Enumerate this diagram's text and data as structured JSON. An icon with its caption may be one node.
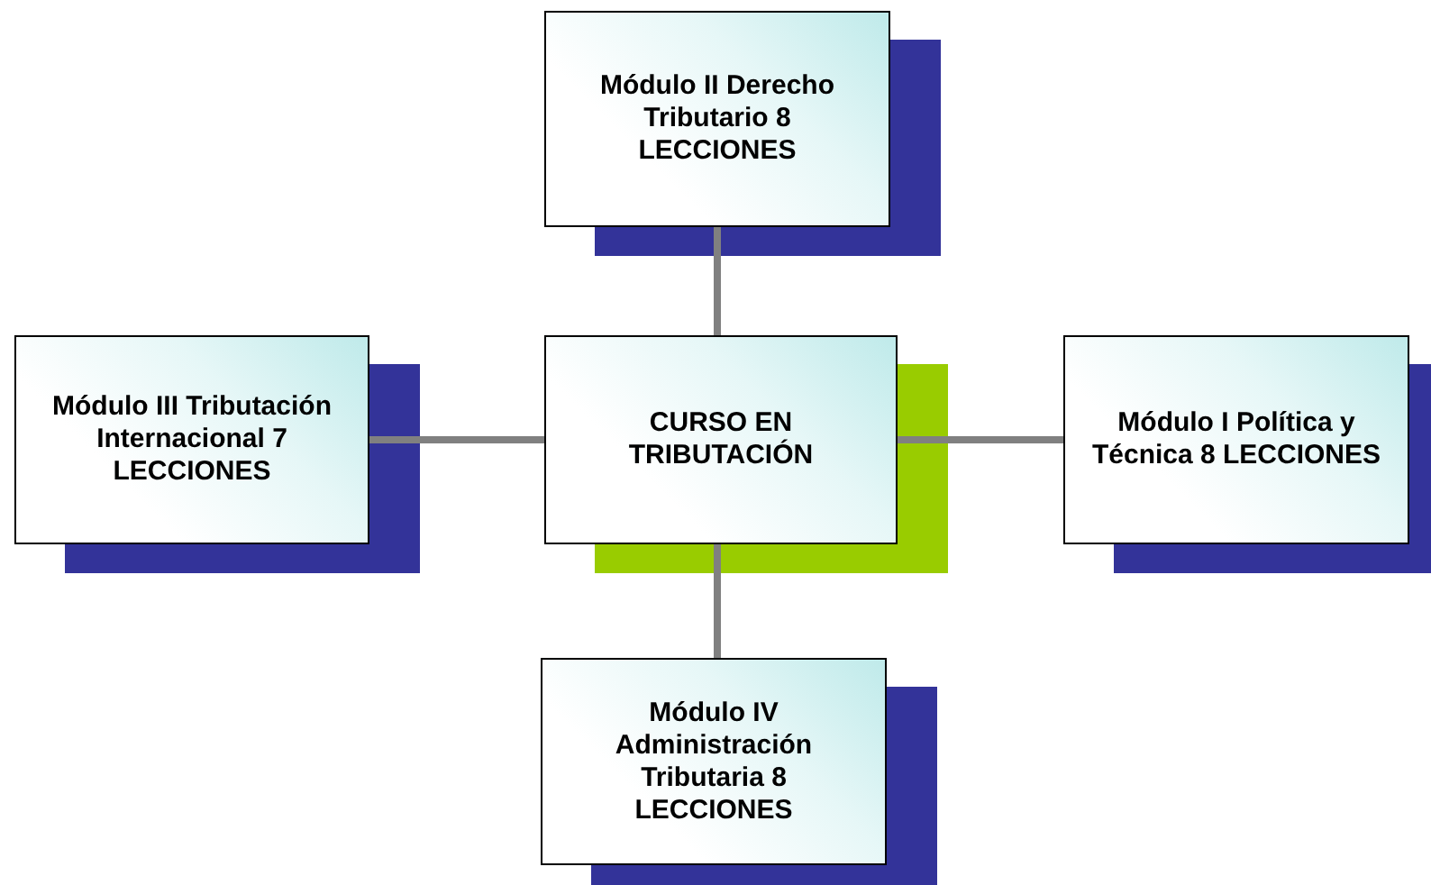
{
  "diagram": {
    "nodes": [
      {
        "text": [
          "Módulo II Derecho Tributario 8 LECCIONES"
        ]
      },
      {
        "text": [
          "Módulo III Tributación Internacional 7 LECCIONES"
        ]
      },
      {
        "text": [
          "CURSO EN TRIBUTACIÓN"
        ]
      },
      {
        "text": [
          "Módulo I Política y Técnica 8 LECCIONES"
        ]
      },
      {
        "text": [
          "Módulo IV Administración Tributaria 8 LECCIONES"
        ]
      }
    ],
    "edges": [
      {
        "from": 2,
        "to": 0,
        "arrow": "none"
      },
      {
        "from": 2,
        "to": 1,
        "arrow": "none"
      },
      {
        "from": 2,
        "to": 3,
        "arrow": "none"
      },
      {
        "from": 2,
        "to": 4,
        "arrow": "none"
      }
    ]
  }
}
